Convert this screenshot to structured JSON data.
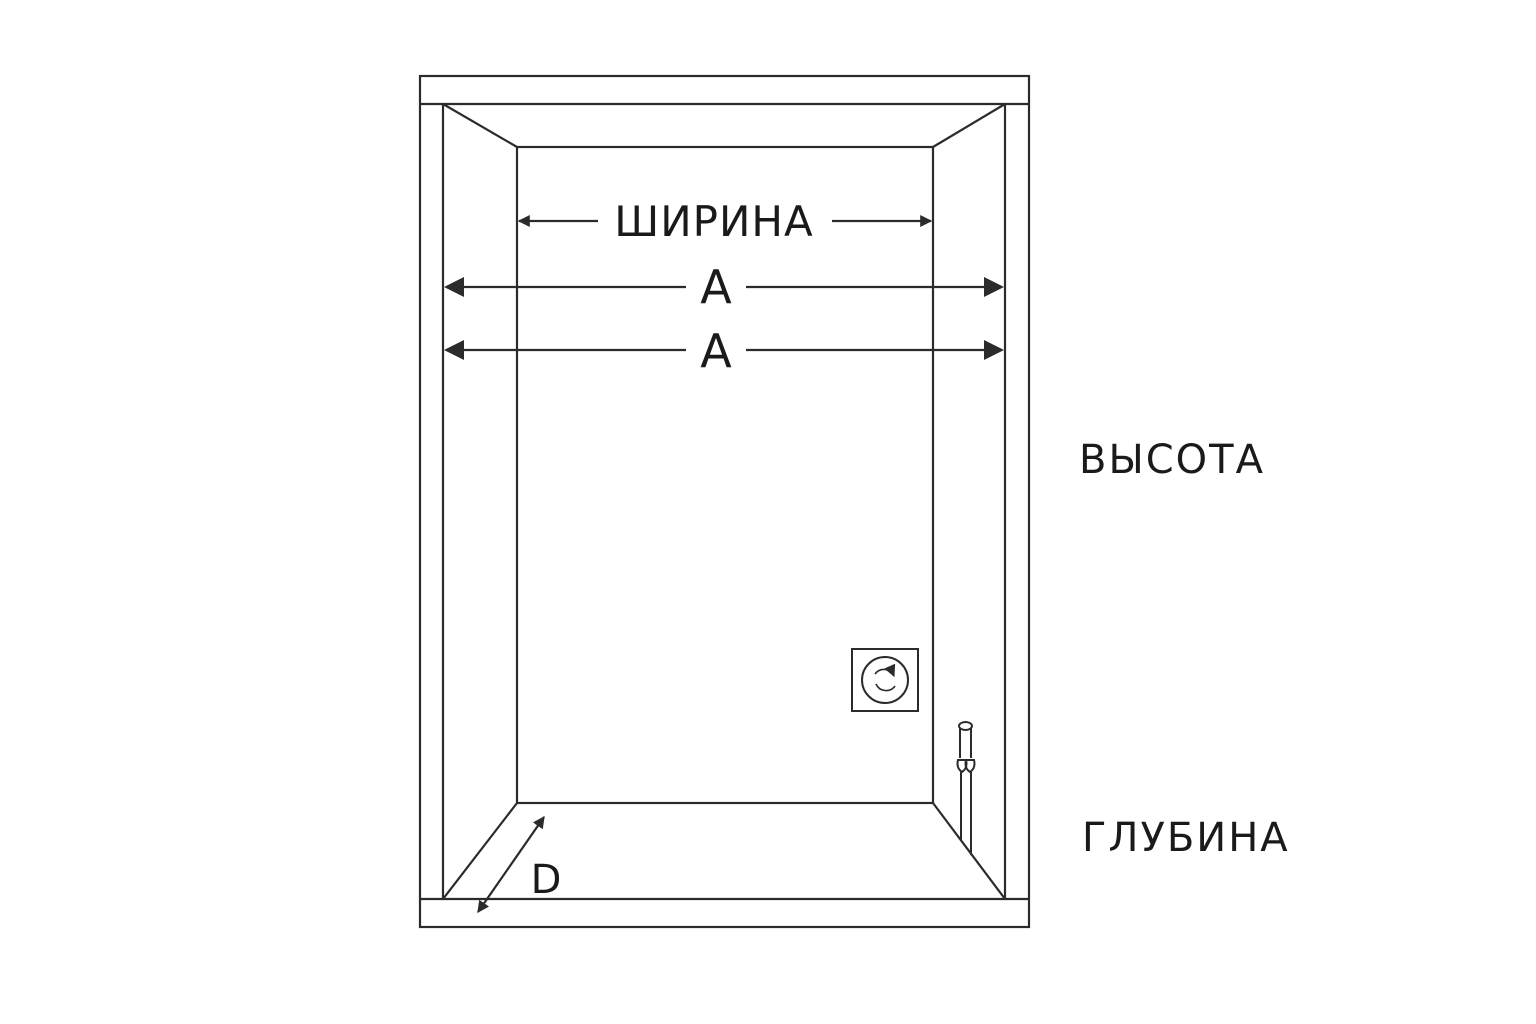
{
  "labels": {
    "width": "ШИРИНА",
    "dim_a_upper": "A",
    "dim_a_lower": "A",
    "depth_letter": "D",
    "height": "ВЫСОТА",
    "depth": "ГЛУБИНА"
  },
  "colors": {
    "line": "#2b2b2b",
    "text": "#1a1a1a",
    "background": "#ffffff"
  },
  "icons": {
    "outlet": "power-outlet-icon",
    "pipe": "water-pipe-icon"
  }
}
